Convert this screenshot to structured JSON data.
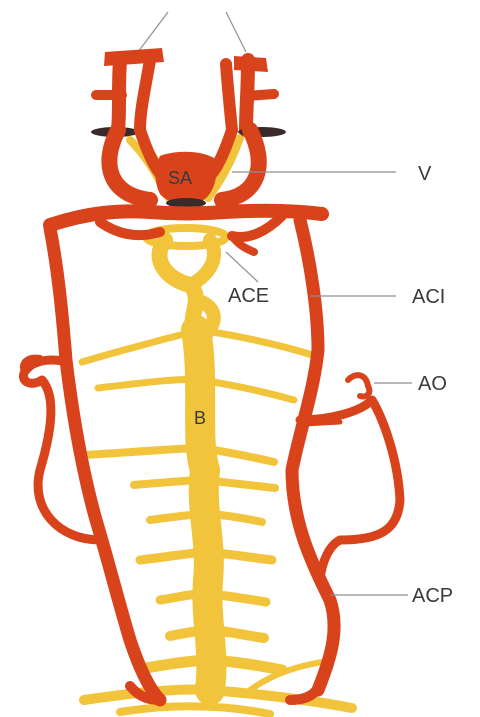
{
  "colors": {
    "artery": "#d9431c",
    "vein": "#f2c43c",
    "dark": "#3b2a2a",
    "leader": "#8f8f8f"
  },
  "labels": {
    "sa": "SA",
    "v": "V",
    "ace": "ACE",
    "aci": "ACI",
    "ao": "AO",
    "b": "B",
    "acp": "ACP"
  }
}
